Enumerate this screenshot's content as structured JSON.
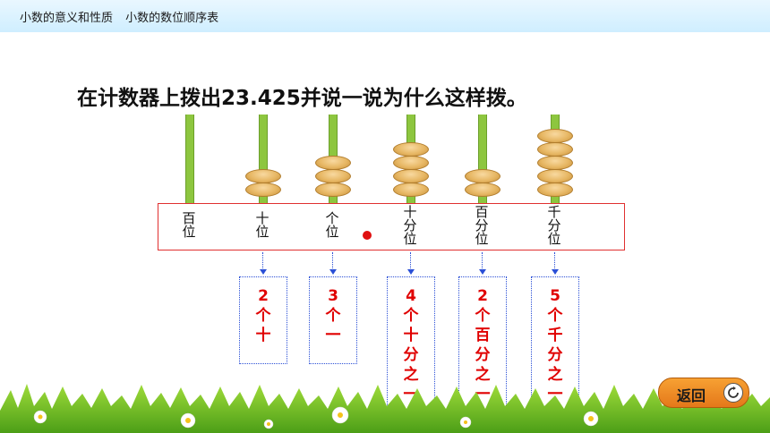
{
  "header": {
    "section": "小数的意义和性质",
    "lesson": "小数的数位顺序表"
  },
  "title": "在计数器上拨出23.425并说一说为什么这样拨。",
  "abacus": {
    "value": "23.425",
    "columns": [
      {
        "label": "百\n位",
        "beads": 0
      },
      {
        "label": "十\n位",
        "beads": 2
      },
      {
        "label": "个\n位",
        "beads": 3
      },
      {
        "label": "十\n分\n位",
        "beads": 4
      },
      {
        "label": "百\n分\n位",
        "beads": 2
      },
      {
        "label": "千\n分\n位",
        "beads": 5
      }
    ]
  },
  "counts": [
    {
      "text": "2\n个\n十"
    },
    {
      "text": "3\n个\n一"
    },
    {
      "text": "4\n个\n十\n分\n之\n一"
    },
    {
      "text": "2\n个\n百\n分\n之\n一"
    },
    {
      "text": "5\n个\n千\n分\n之\n一"
    }
  ],
  "back_button": {
    "label": "返回",
    "icon": "refresh-icon"
  },
  "colors": {
    "rod": "#8dc63f",
    "bead": "#e7b764",
    "box_border": "#e03030",
    "arrow": "#2a4fd6",
    "count_text": "#e00000",
    "button": "#f39a2e"
  }
}
